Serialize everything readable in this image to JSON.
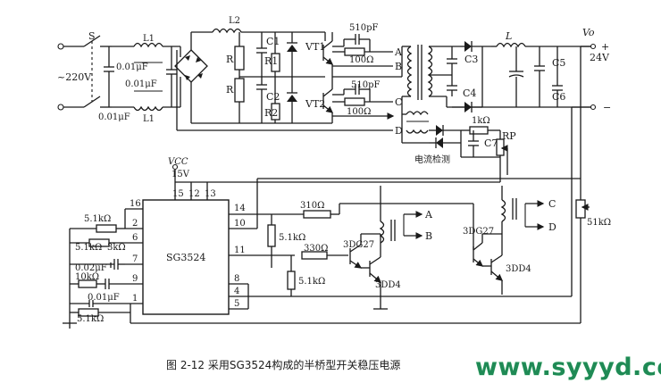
{
  "diagram": {
    "caption": "图 2-12  采用SG3524构成的半桥型开关稳压电源",
    "watermark": "www.syyyd.com",
    "ic": {
      "name": "SG3524",
      "pins": {
        "p1": "1",
        "p2": "2",
        "p4": "4",
        "p5": "5",
        "p6": "6",
        "p7": "7",
        "p8": "8",
        "p9": "9",
        "p10": "10",
        "p11": "11",
        "p12": "12",
        "p13": "13",
        "p14": "14",
        "p15": "15",
        "p16": "16"
      }
    },
    "labels": {
      "switch": "S",
      "mains": "~220V",
      "c_in1": "0.01μF",
      "c_in2": "0.01μF",
      "c_in3": "0.01μF",
      "l1": "L1",
      "l1b": "L1",
      "l2": "L2",
      "c1": "C1",
      "c2": "C2",
      "r": "R",
      "r_b": "R",
      "r1": "R1",
      "r2": "R2",
      "vt1": "VT1",
      "vt2": "VT2",
      "cap_510_1": "510pF",
      "cap_510_2": "510pF",
      "r100_1": "100Ω",
      "r100_2": "100Ω",
      "node_a": "A",
      "node_b": "B",
      "node_c": "C",
      "node_d": "D",
      "c3": "C3",
      "c4": "C4",
      "c5": "C5",
      "c6": "C6",
      "c7": "C7",
      "l_out": "L",
      "vo": "Vo",
      "v24": "24V",
      "plus": "+",
      "minus": "−",
      "r1k": "1kΩ",
      "rp": "RP",
      "current_detect": "电流检测",
      "vcc": "VCC",
      "v15": "15V",
      "r51k_1": "5.1kΩ",
      "r51k_2": "5.1kΩ",
      "r51k_3": "5.1kΩ",
      "r51k_4": "5.1kΩ",
      "r51k_5": "5.1kΩ",
      "r3k": "3kΩ",
      "c002": "0.02μF",
      "r10k": "10kΩ",
      "c001": "0.01μF",
      "r310": "310Ω",
      "r330": "330Ω",
      "t_3dg27_1": "3DG27",
      "t_3dd4_1": "3DD4",
      "t_3dg27_2": "3DG27",
      "t_3dd4_2": "3DD4",
      "r51k_fb": "51kΩ",
      "out_a": "A",
      "out_b": "B",
      "out_c": "C",
      "out_d": "D"
    }
  }
}
